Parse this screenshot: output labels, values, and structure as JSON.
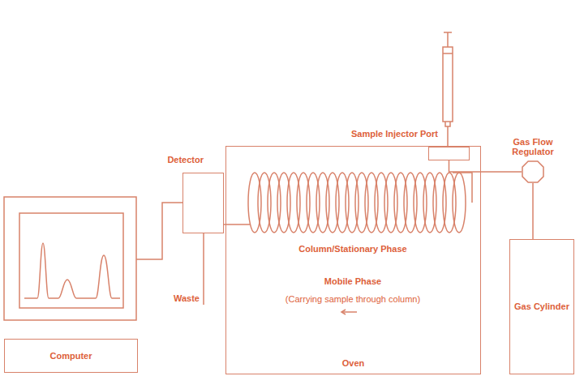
{
  "diagram": {
    "nodes": [
      {
        "text": [
          "Detector"
        ]
      },
      {
        "text": [
          "Oven"
        ]
      },
      {
        "text": [
          "Sample Injector Port"
        ],
        "in": 1
      },
      {
        "text": [
          "Gas Flow Regulator"
        ]
      },
      {
        "text": [
          "Gas Cylinder"
        ]
      },
      {
        "text": [
          "Computer"
        ]
      }
    ],
    "edges": [
      {
        "from": 4,
        "to": 3,
        "arrow": "none"
      },
      {
        "from": 3,
        "to": 2,
        "arrow": "none"
      }
    ],
    "labels": [
      "Column/Stationary Phase",
      "Mobile Phase",
      "(Carrying sample through column)",
      "Waste"
    ]
  }
}
